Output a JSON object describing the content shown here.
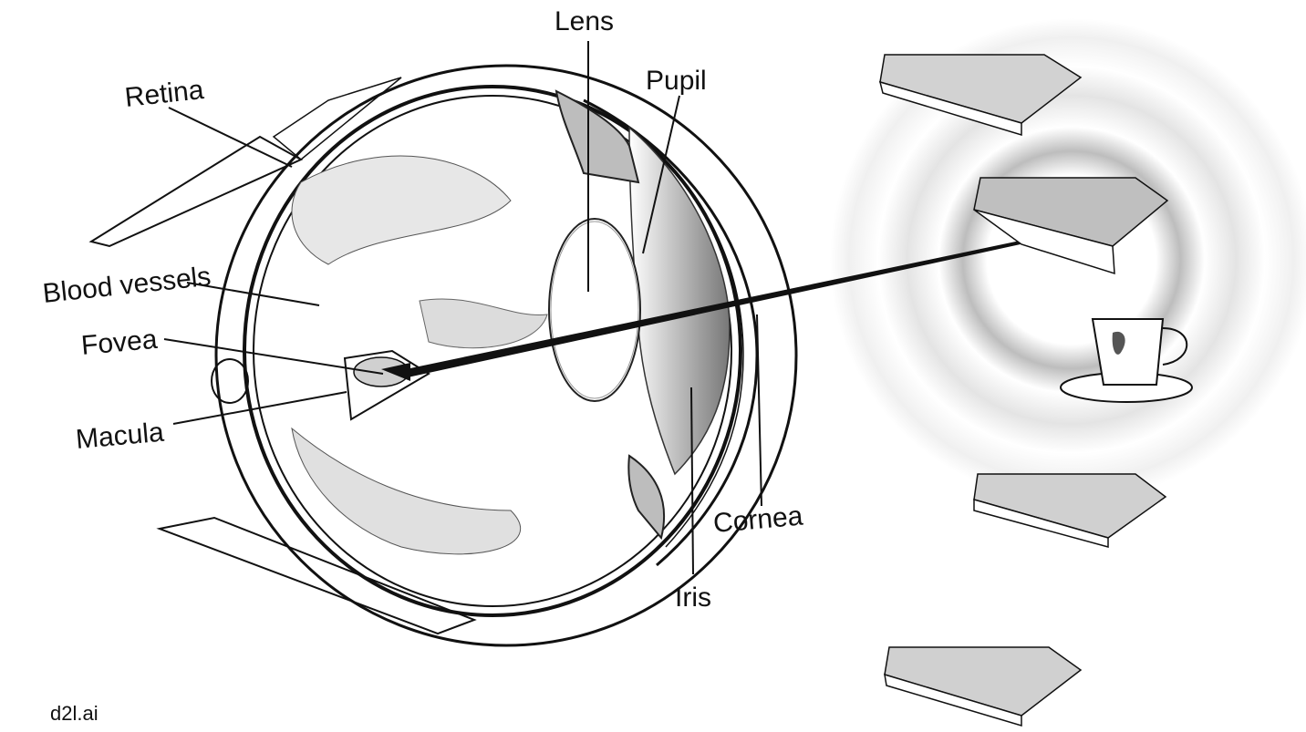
{
  "labels": {
    "lens": "Lens",
    "pupil": "Pupil",
    "retina": "Retina",
    "blood_vessels": "Blood vessels",
    "fovea": "Fovea",
    "macula": "Macula",
    "cornea": "Cornea",
    "iris": "Iris"
  },
  "footer": {
    "source": "d2l.ai"
  },
  "colors": {
    "ink": "#111111",
    "halo": "#d9d9d9",
    "book_cover": "#cfcfcf",
    "paper": "#ffffff"
  }
}
